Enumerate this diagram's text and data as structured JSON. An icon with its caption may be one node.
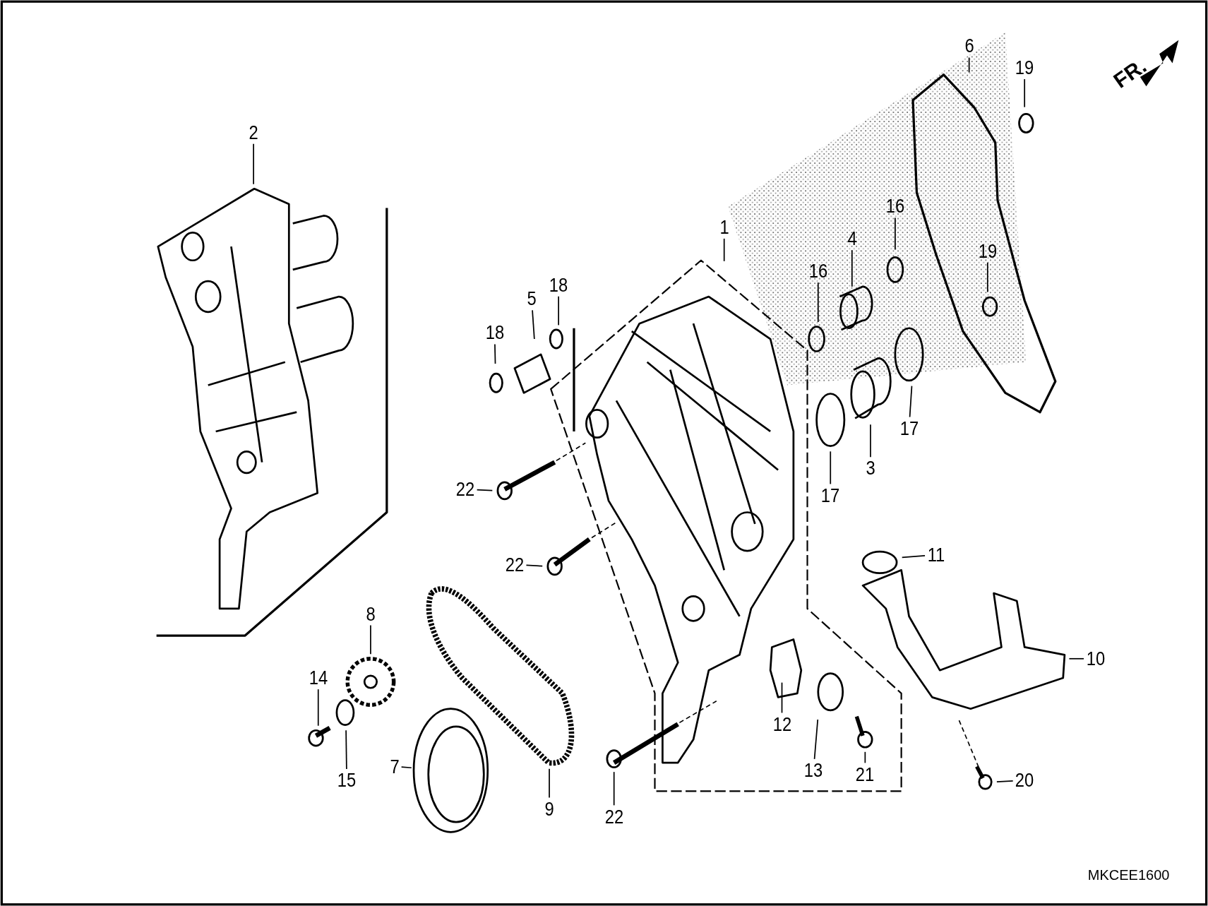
{
  "diagram": {
    "nodes": [
      {
        "text": [
          "6"
        ]
      },
      {
        "text": [
          "19"
        ]
      },
      {
        "text": [
          "2"
        ]
      },
      {
        "text": [
          "16"
        ]
      },
      {
        "text": [
          "1"
        ]
      },
      {
        "text": [
          "4"
        ]
      },
      {
        "text": [
          "16"
        ]
      },
      {
        "text": [
          "19"
        ]
      },
      {
        "text": [
          "18"
        ]
      },
      {
        "text": [
          "5"
        ]
      },
      {
        "text": [
          "18"
        ]
      },
      {
        "text": [
          "17"
        ]
      },
      {
        "text": [
          "3"
        ]
      },
      {
        "text": [
          "22"
        ]
      },
      {
        "text": [
          "17"
        ]
      },
      {
        "text": [
          "11"
        ]
      },
      {
        "text": [
          "22"
        ]
      },
      {
        "text": [
          "8"
        ]
      },
      {
        "text": [
          "10"
        ]
      },
      {
        "text": [
          "14"
        ]
      },
      {
        "text": [
          "12"
        ]
      },
      {
        "text": [
          "13"
        ]
      },
      {
        "text": [
          "21"
        ]
      },
      {
        "text": [
          "7"
        ]
      },
      {
        "text": [
          "15"
        ]
      },
      {
        "text": [
          "20"
        ]
      },
      {
        "text": [
          "9"
        ]
      },
      {
        "text": [
          "22"
        ]
      }
    ],
    "edges": [
      {
        "from": 0,
        "to": null,
        "arrow": "none"
      },
      {
        "from": 1,
        "to": null,
        "arrow": "none"
      },
      {
        "from": 2,
        "to": null,
        "arrow": "none"
      },
      {
        "from": 3,
        "to": null,
        "arrow": "none"
      },
      {
        "from": 4,
        "to": null,
        "arrow": "none"
      },
      {
        "from": 5,
        "to": null,
        "arrow": "none"
      },
      {
        "from": 6,
        "to": null,
        "arrow": "none"
      },
      {
        "from": 7,
        "to": null,
        "arrow": "none"
      },
      {
        "from": 8,
        "to": null,
        "arrow": "none"
      },
      {
        "from": 9,
        "to": null,
        "arrow": "none"
      },
      {
        "from": 10,
        "to": null,
        "arrow": "none"
      },
      {
        "from": 11,
        "to": null,
        "arrow": "none"
      },
      {
        "from": 12,
        "to": null,
        "arrow": "none"
      },
      {
        "from": 13,
        "to": null,
        "arrow": "none"
      },
      {
        "from": 14,
        "to": null,
        "arrow": "none"
      },
      {
        "from": 15,
        "to": null,
        "arrow": "none"
      },
      {
        "from": 16,
        "to": null,
        "arrow": "none"
      },
      {
        "from": 17,
        "to": null,
        "arrow": "none"
      },
      {
        "from": 18,
        "to": null,
        "arrow": "none"
      },
      {
        "from": 19,
        "to": null,
        "arrow": "none"
      },
      {
        "from": 20,
        "to": null,
        "arrow": "none"
      },
      {
        "from": 21,
        "to": null,
        "arrow": "none"
      },
      {
        "from": 22,
        "to": null,
        "arrow": "none"
      },
      {
        "from": 23,
        "to": null,
        "arrow": "none"
      },
      {
        "from": 24,
        "to": null,
        "arrow": "none"
      },
      {
        "from": 25,
        "to": null,
        "arrow": "none"
      },
      {
        "from": 26,
        "to": null,
        "arrow": "none"
      },
      {
        "from": 27,
        "to": null,
        "arrow": "none"
      }
    ],
    "labels": [
      "FR.",
      "MKCEE1600"
    ]
  }
}
